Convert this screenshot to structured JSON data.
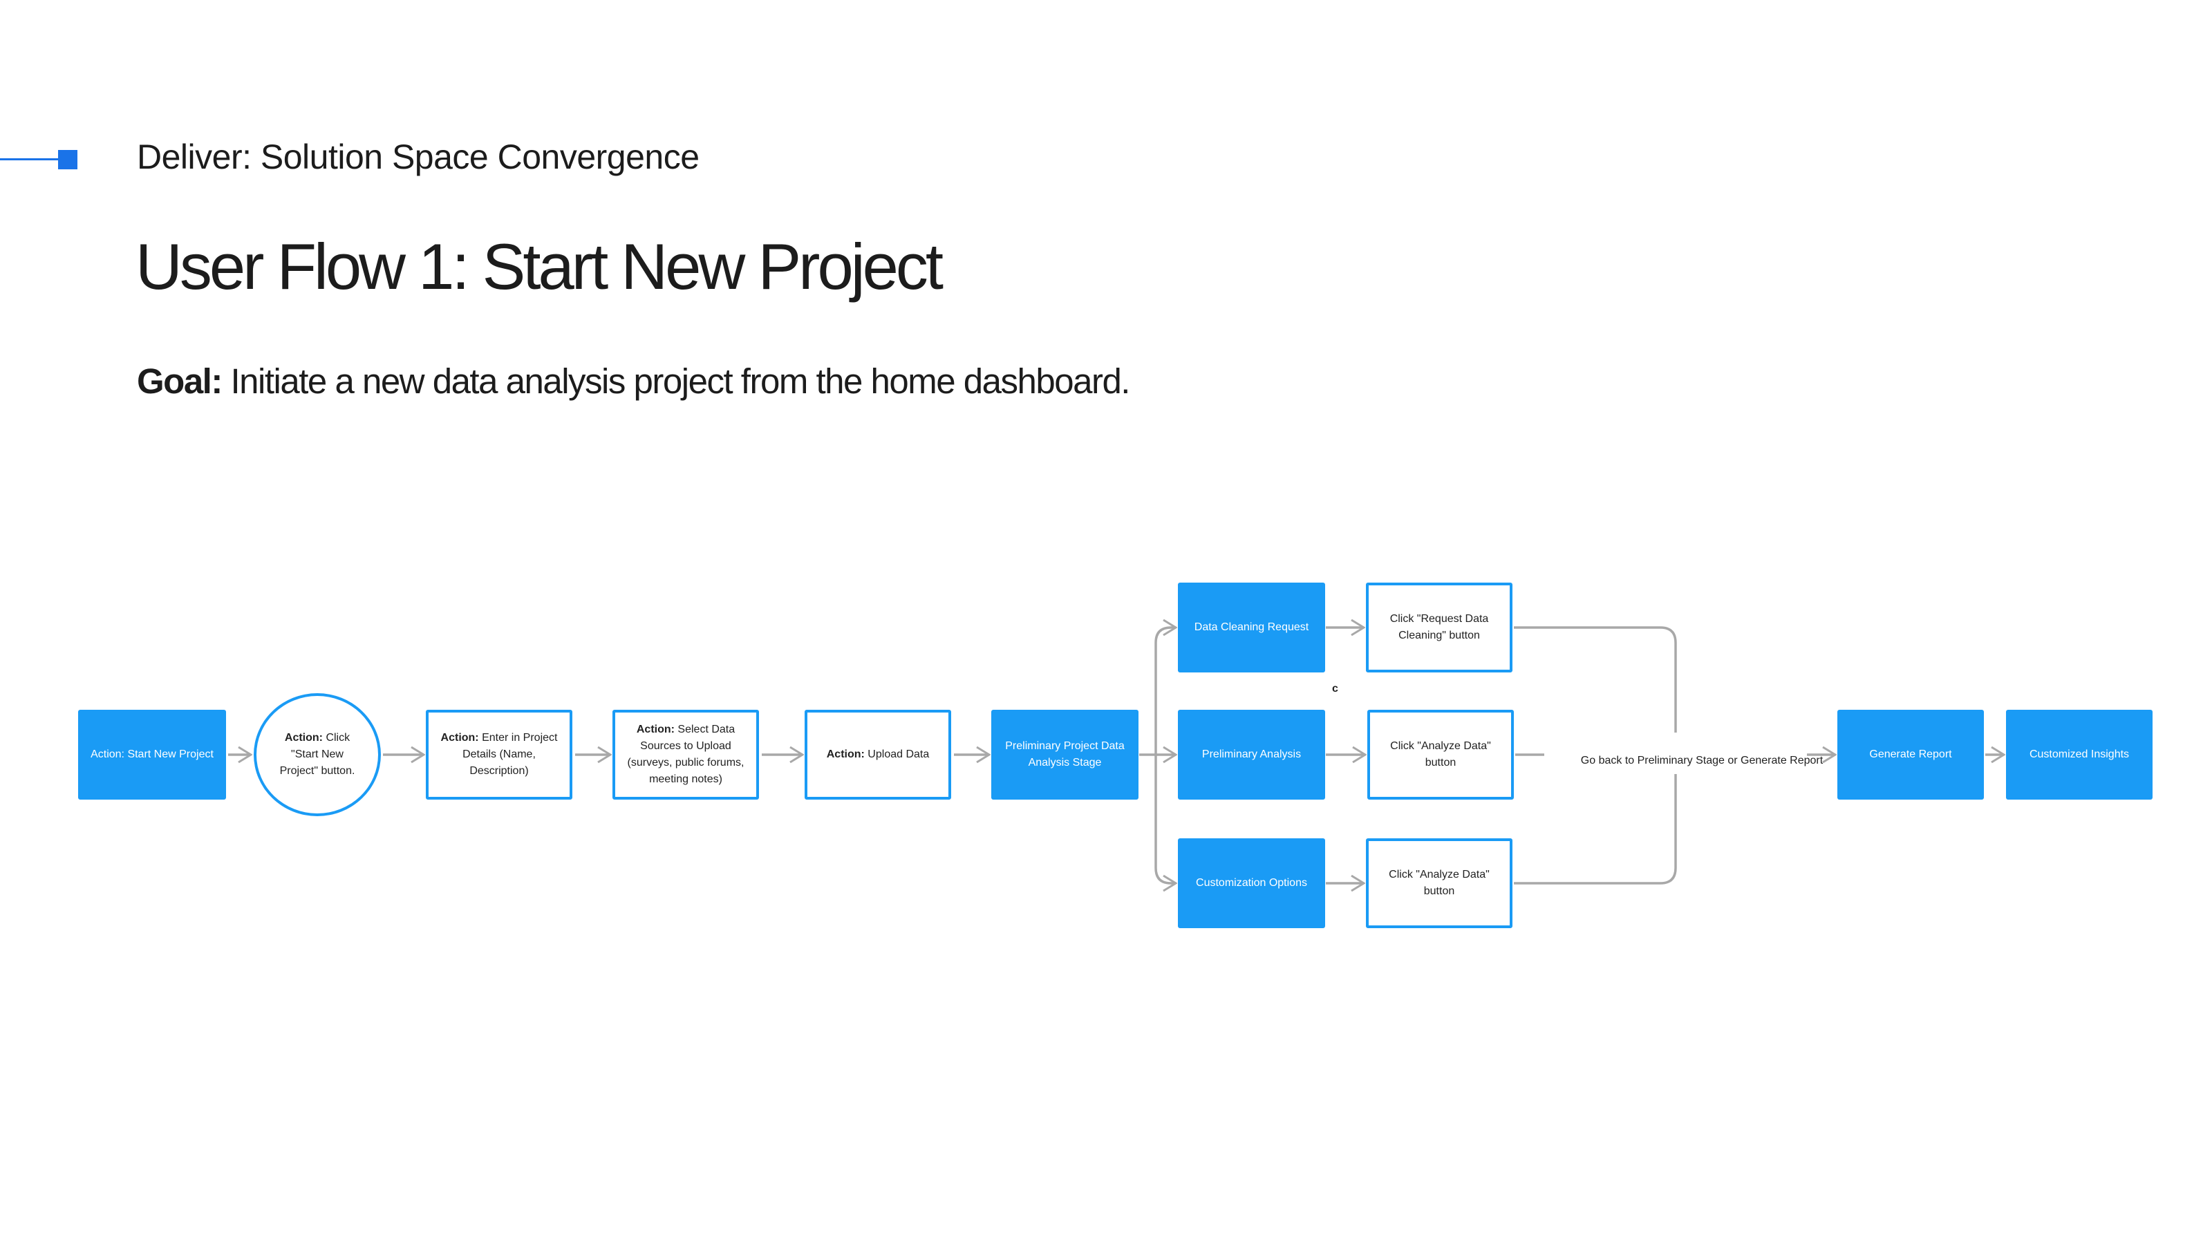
{
  "header": {
    "subtitle": "Deliver: Solution Space Convergence",
    "title": "User Flow 1: Start New Project",
    "goal_label": "Goal:",
    "goal_text": " Initiate a new data analysis project from the home dashboard."
  },
  "colors": {
    "accent": "#1a73e8",
    "node_fill": "#1a9bf5",
    "connector": "#a8a8a8"
  },
  "flow": {
    "start": {
      "text": "Action: Start New Project"
    },
    "click_start": {
      "lead": "Action:",
      "text": " Click \"Start New Project\" button."
    },
    "enter_details": {
      "lead": "Action:",
      "text": " Enter in Project Details (Name, Description)"
    },
    "select_sources": {
      "lead": "Action:",
      "text": " Select Data Sources to Upload (surveys, public forums, meeting notes)"
    },
    "upload": {
      "lead": "Action:",
      "text": " Upload Data"
    },
    "preliminary_stage": {
      "text": "Preliminary Project Data Analysis Stage"
    },
    "data_cleaning": {
      "text": "Data Cleaning Request"
    },
    "preliminary_analysis": {
      "text": "Preliminary Analysis"
    },
    "customization": {
      "text": "Customization Options"
    },
    "click_cleaning": {
      "text": "Click \"Request Data Cleaning\" button"
    },
    "click_analyze_1": {
      "text": "Click \"Analyze Data\" button"
    },
    "click_analyze_2": {
      "text": "Click \"Analyze Data\" button"
    },
    "stray_mark": "c",
    "loop_label": "Go back to Preliminary Stage or Generate Report",
    "generate_report": {
      "text": "Generate Report"
    },
    "customized_insights": {
      "text": "Customized Insights"
    }
  }
}
